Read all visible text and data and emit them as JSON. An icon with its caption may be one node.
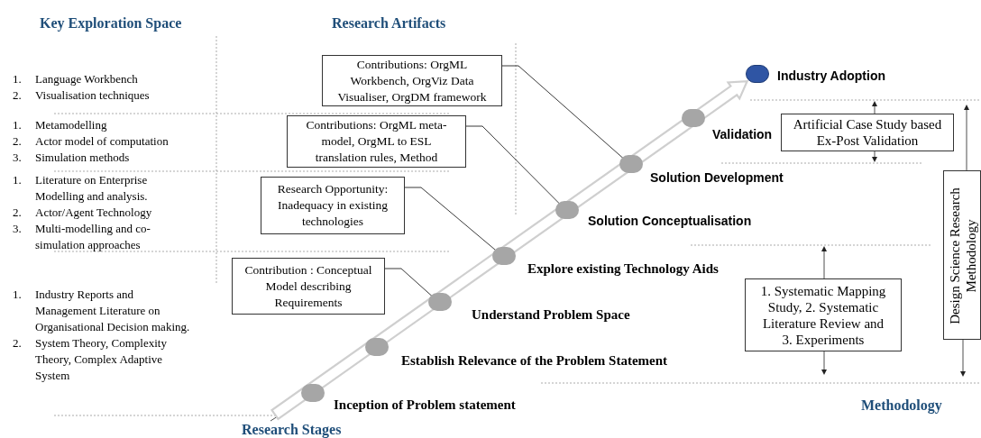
{
  "diagram": {
    "nodes": [
      {
        "text": [],
        "shape": "circle",
        "beside": [
          "Inception of Problem statement"
        ]
      },
      {
        "text": [],
        "shape": "circle",
        "beside": [
          "Establish Relevance of the Problem Statement"
        ]
      },
      {
        "text": [],
        "shape": "circle",
        "beside": [
          "Understand Problem Space"
        ]
      },
      {
        "text": [],
        "shape": "circle",
        "beside": [
          "Explore existing Technology Aids"
        ]
      },
      {
        "text": [],
        "shape": "circle",
        "beside": [
          "Solution Conceptualisation"
        ]
      },
      {
        "text": [],
        "shape": "circle",
        "beside": [
          "Solution Development"
        ]
      },
      {
        "text": [],
        "shape": "circle",
        "beside": [
          "Validation"
        ]
      },
      {
        "text": [],
        "shape": "circle",
        "beside": [
          "Industry Adoption"
        ]
      },
      {
        "text": [
          "Contributions: OrgML Workbench, OrgViz Data Visualiser, OrgDM framework"
        ]
      },
      {
        "text": [
          "Contributions: OrgML meta-model, OrgML to ESL translation rules, Method"
        ]
      },
      {
        "text": [
          "Research Opportunity: Inadequacy in existing technologies"
        ]
      },
      {
        "text": [
          "Contribution : Conceptual Model describing  Requirements"
        ]
      },
      {
        "text": [
          "Artificial Case Study based Ex-Post Validation"
        ]
      },
      {
        "text": [
          "1. Systematic Mapping Study, 2. Systematic Literature Review and 3. Experiments"
        ]
      },
      {
        "text": [
          "Design Science Research Methodology"
        ]
      }
    ],
    "edges": [
      {
        "from": null,
        "to": 7,
        "arrow": "to",
        "style": "thick",
        "color": "#cfcfcf"
      },
      {
        "from": 8,
        "to": 5,
        "arrow": "none"
      },
      {
        "from": 9,
        "to": 4,
        "arrow": "none"
      },
      {
        "from": 10,
        "to": 3,
        "arrow": "none"
      },
      {
        "from": 11,
        "to": 2,
        "arrow": "none"
      }
    ],
    "labels": [
      "Key Exploration Space",
      "Research Artifacts",
      "1.",
      "Language Workbench",
      "2.",
      "Visualisation techniques",
      "1.",
      "Metamodelling",
      "2.",
      "Actor model of computation",
      "3.",
      "Simulation methods",
      "1.",
      "Literature on Enterprise Modelling and analysis.",
      "2.",
      "Actor/Agent Technology",
      "3.",
      "Multi-modelling and co-simulation approaches",
      "1.",
      "Industry Reports and Management Literature on Organisational Decision making.",
      "2.",
      "System Theory, Complexity Theory, Complex Adaptive System",
      "Research Stages",
      "Methodology"
    ]
  }
}
